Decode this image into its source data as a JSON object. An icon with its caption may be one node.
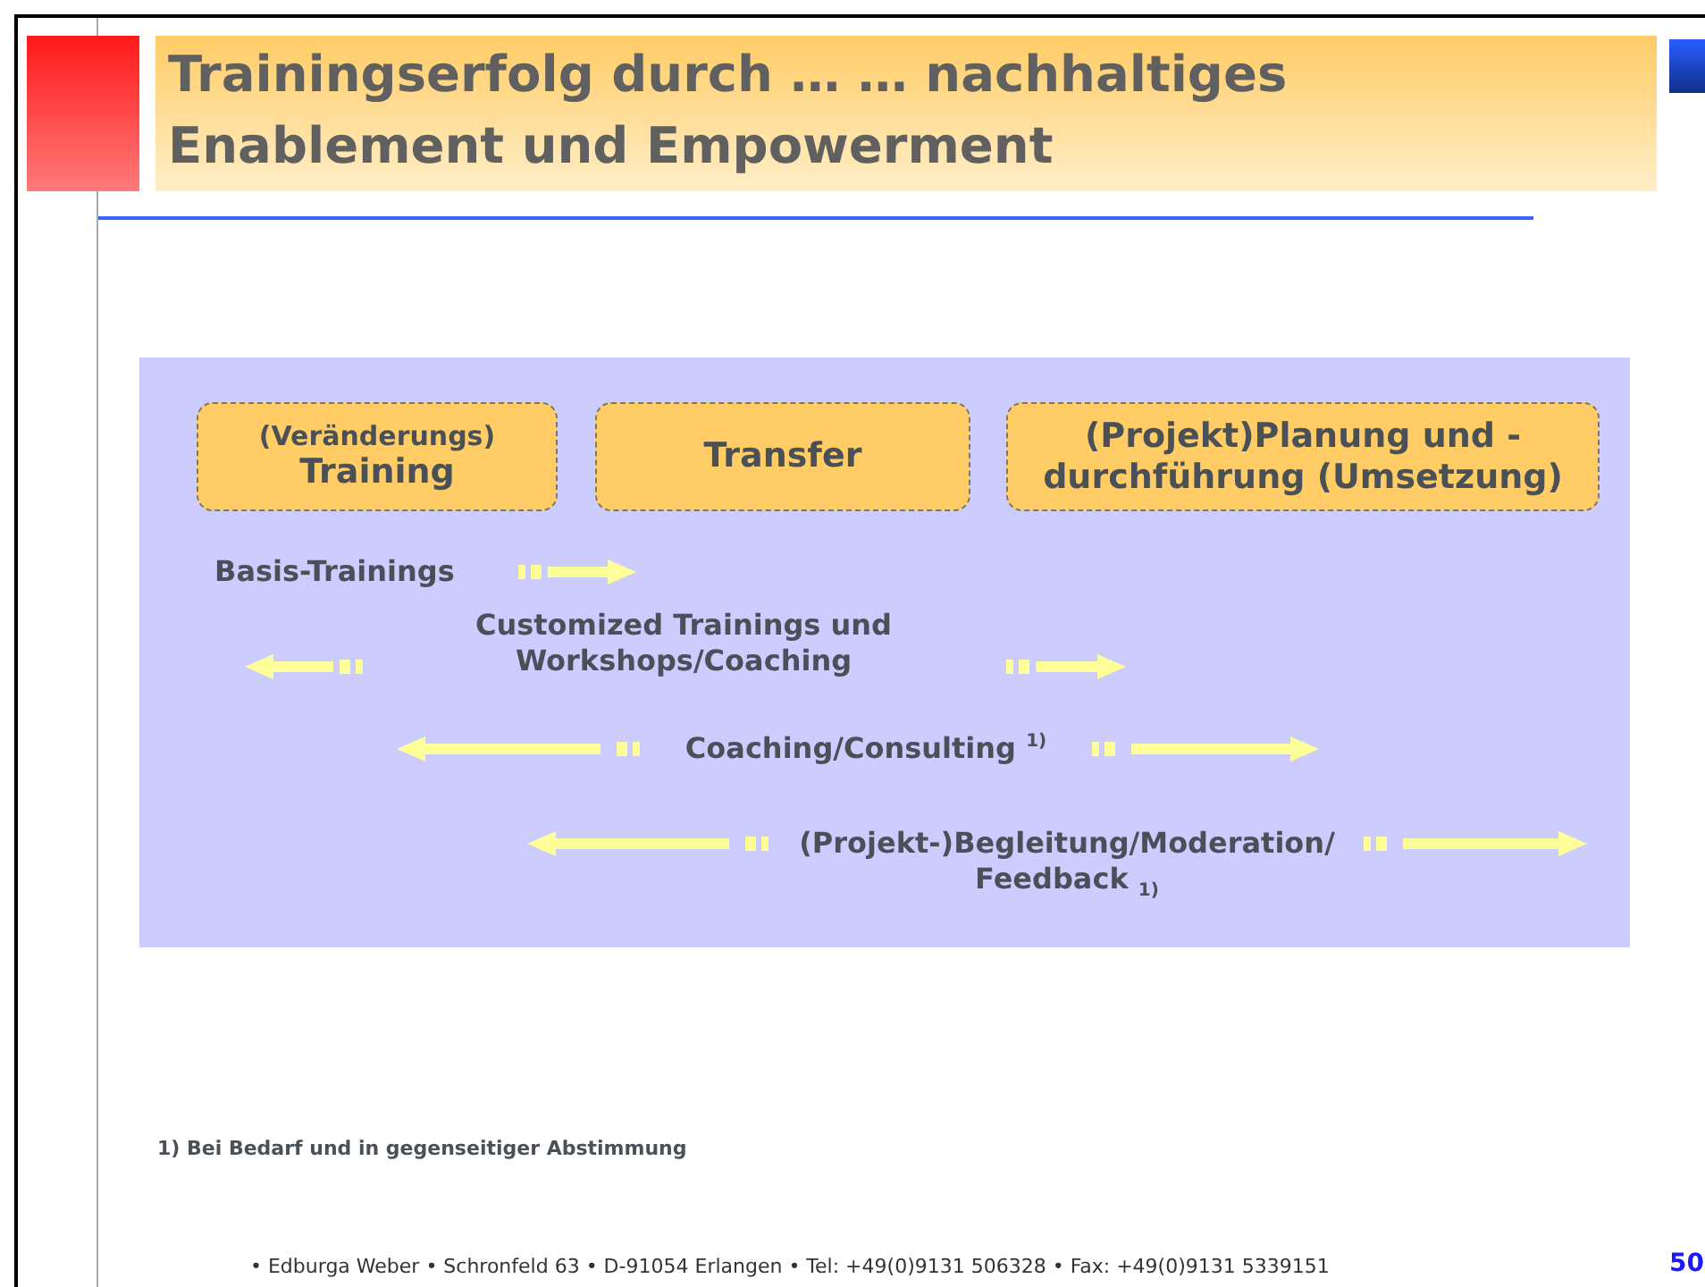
{
  "diagram": {
    "title": "Trainingserfolg durch … … nachhaltiges Enablement und Empowerment",
    "nodes": [
      {
        "text": [
          "(Veränderungs)",
          "Training"
        ]
      },
      {
        "text": [
          "Transfer"
        ]
      },
      {
        "text": [
          "(Projekt)Planung und -durchführung (Umsetzung)"
        ]
      }
    ],
    "labels": [
      "Basis-Trainings",
      "Customized Trainings und Workshops/Coaching",
      "Coaching/Consulting $^{1)}$",
      "(Projekt-)Begleitung/Moderation/ Feedback $_{1)}$",
      "1) Bei Bedarf und in gegenseitiger Abstimmung",
      "• Edburga Weber • Schronfeld 63 • D-91054 Erlangen • Tel: +49(0)9131 506328 • Fax: +49(0)9131 5339151",
      "50"
    ]
  }
}
